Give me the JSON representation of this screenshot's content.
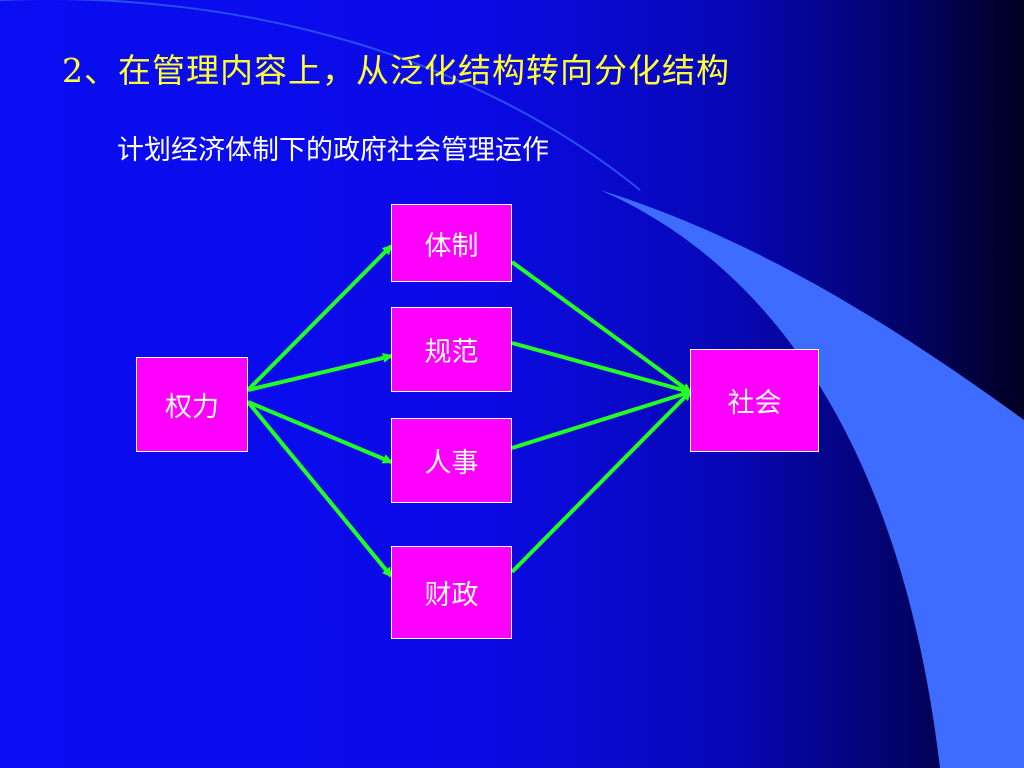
{
  "slide": {
    "title": "2、在管理内容上，从泛化结构转向分化结构",
    "subtitle": "计划经济体制下的政府社会管理运作"
  },
  "diagram": {
    "source_node": "权力",
    "middle_nodes": [
      "体制",
      "规范",
      "人事",
      "财政"
    ],
    "target_node": "社会"
  },
  "colors": {
    "title": "#ffff33",
    "node_fill": "#ff00ff",
    "arrow": "#22ff22",
    "background": "#0a0cf2"
  }
}
